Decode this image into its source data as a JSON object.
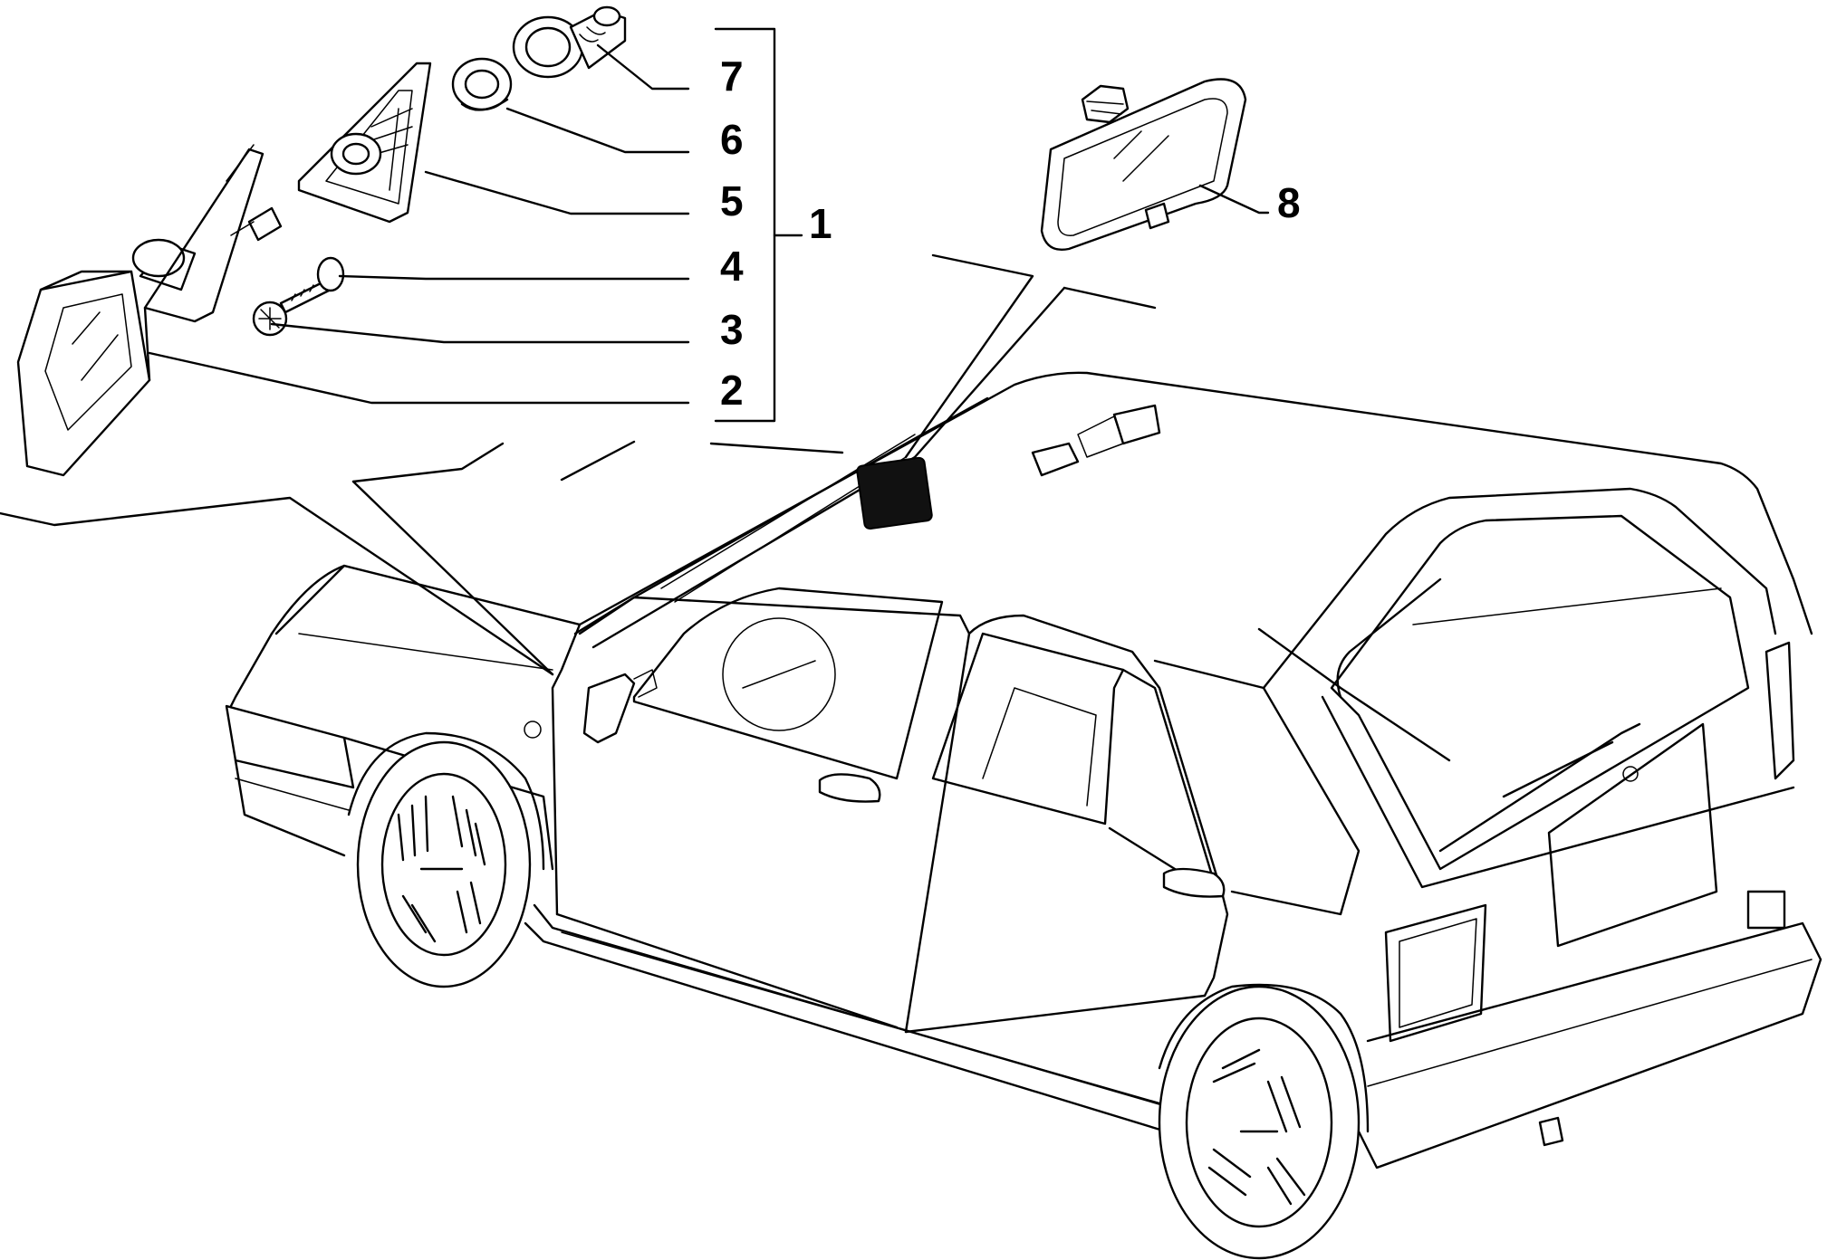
{
  "labels": {
    "p1": "1",
    "p2": "2",
    "p3": "3",
    "p4": "4",
    "p5": "5",
    "p6": "6",
    "p7": "7",
    "p8": "8"
  }
}
